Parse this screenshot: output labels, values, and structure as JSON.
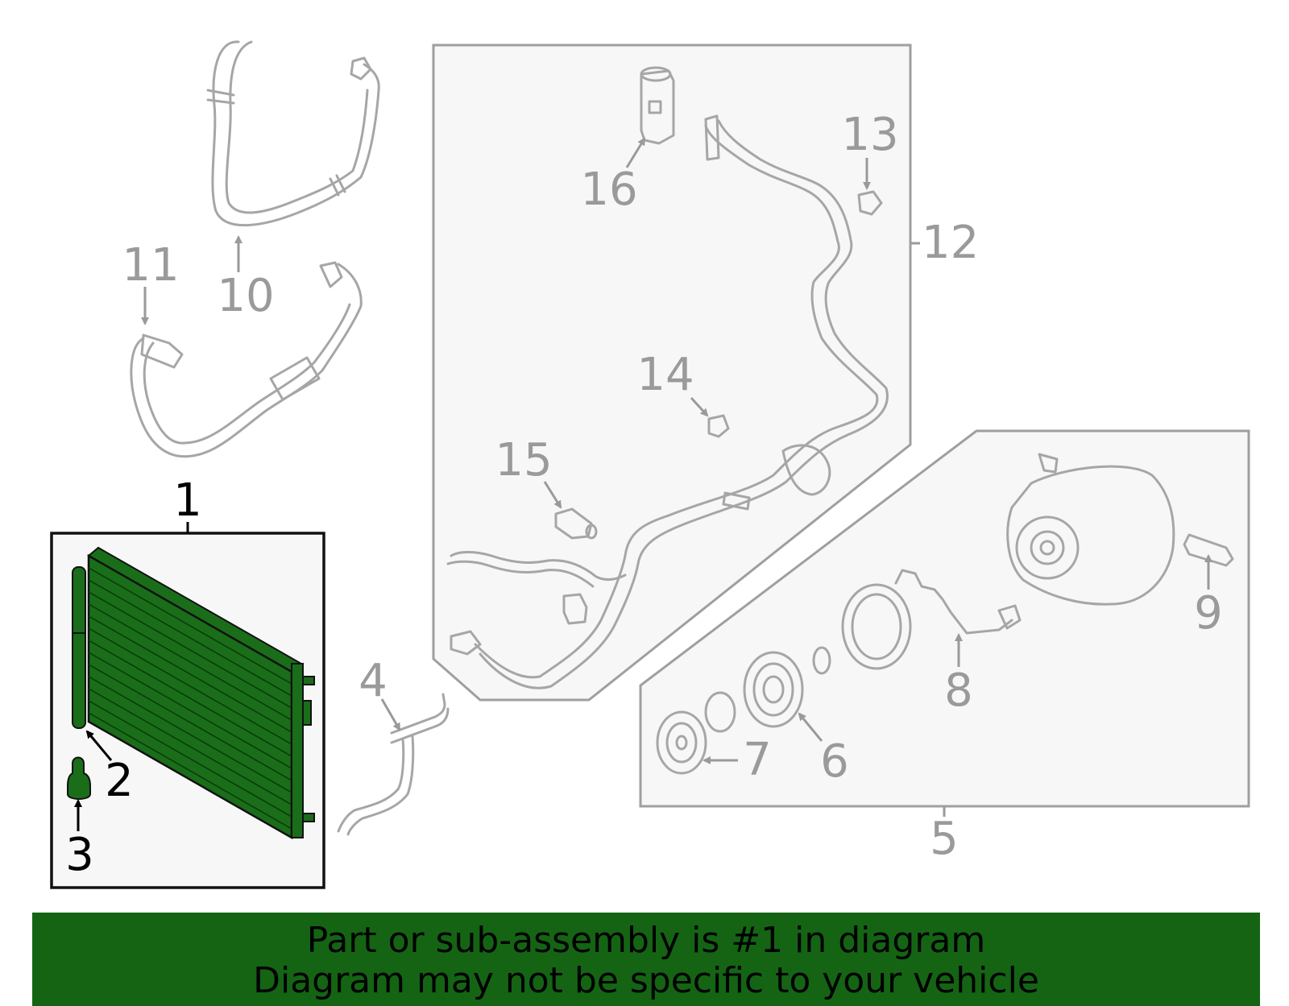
{
  "labels": {
    "l1": "1",
    "l2": "2",
    "l3": "3",
    "l4": "4",
    "l5": "5",
    "l6": "6",
    "l7": "7",
    "l8": "8",
    "l9": "9",
    "l10": "10",
    "l11": "11",
    "l12": "12",
    "l13": "13",
    "l14": "14",
    "l15": "15",
    "l16": "16"
  },
  "highlighted_part": "1",
  "colors": {
    "highlight": "#1a6e1a",
    "banner": "#146414",
    "line_grey": "#a6a6a6",
    "label_grey": "#9a9a9a"
  },
  "banner": {
    "line1": "Part or sub-assembly is #1 in diagram",
    "line2": "Diagram may not be specific to your vehicle"
  }
}
